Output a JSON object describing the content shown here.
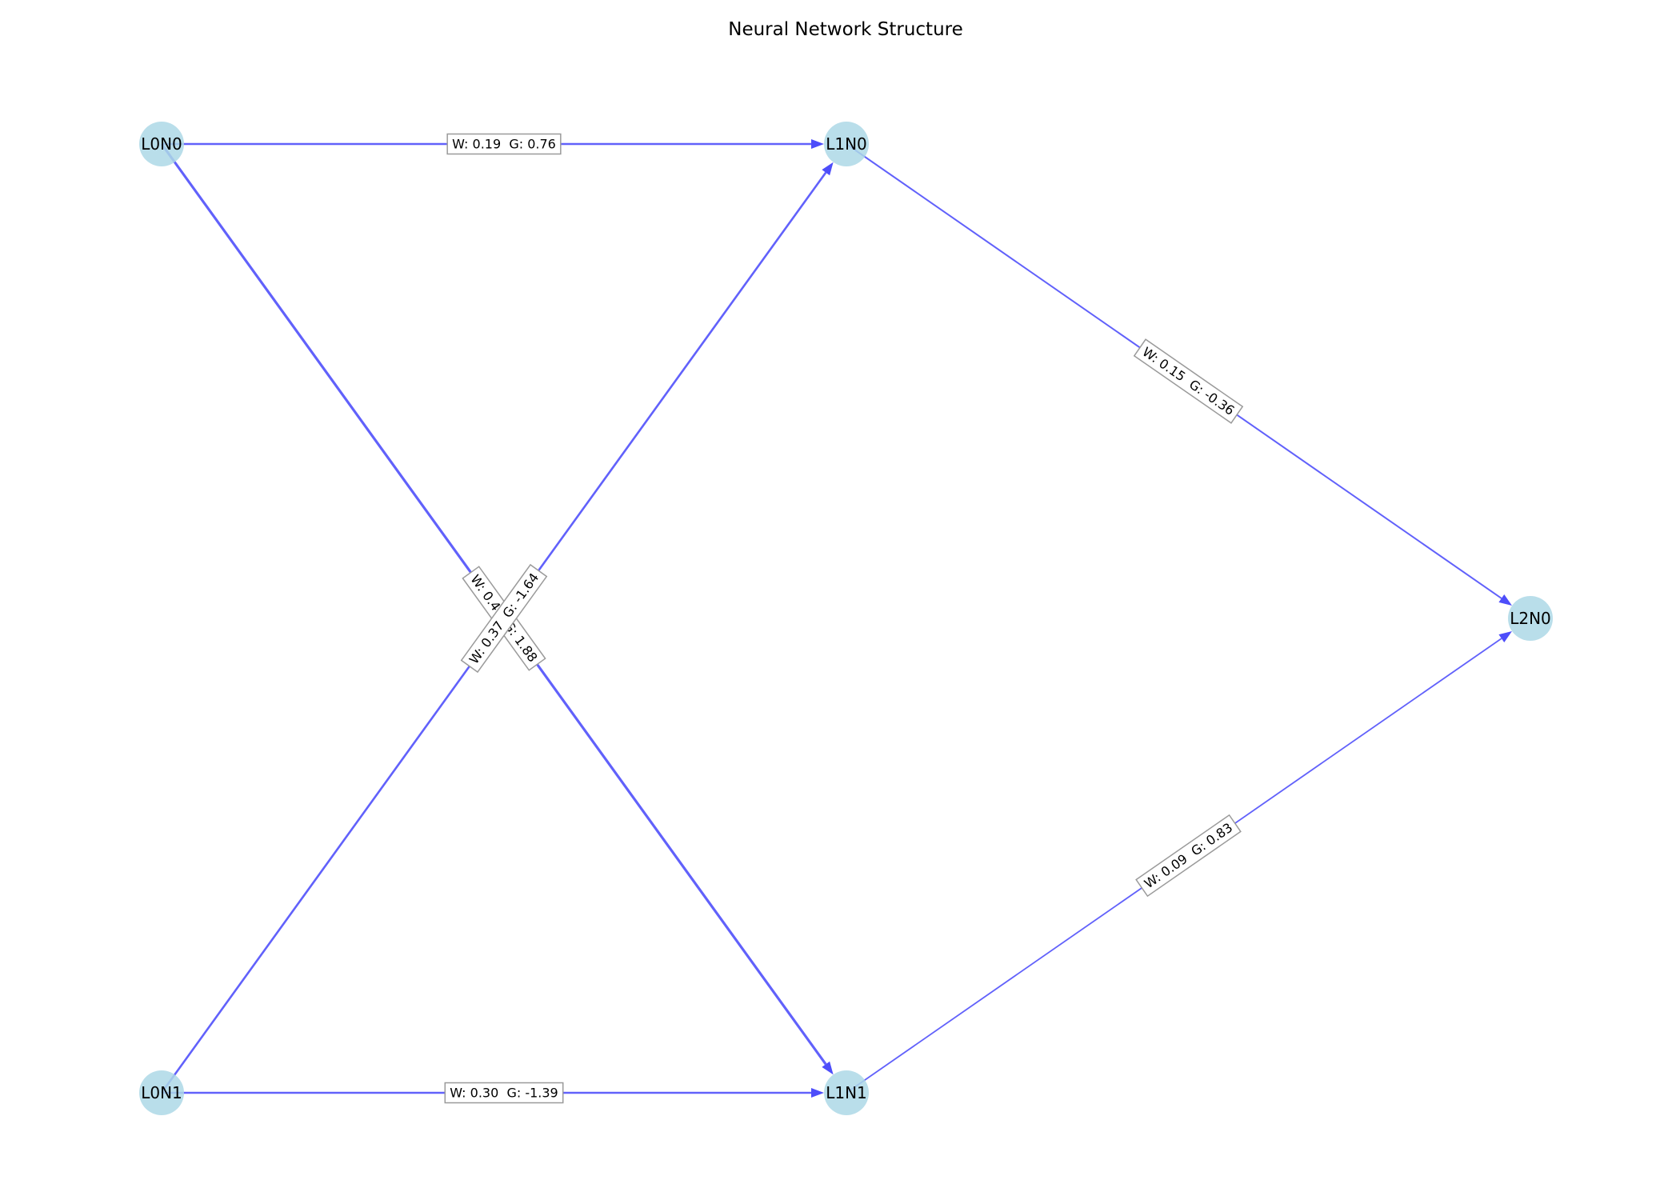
{
  "title": "Neural Network Structure",
  "colors": {
    "node_fill": "#add8e6",
    "edge": "#3a3afa",
    "label_border": "#9a9a9a"
  },
  "nodes": [
    {
      "id": "L0N0",
      "label": "L0N0"
    },
    {
      "id": "L0N1",
      "label": "L0N1"
    },
    {
      "id": "L1N0",
      "label": "L1N0"
    },
    {
      "id": "L1N1",
      "label": "L1N1"
    },
    {
      "id": "L2N0",
      "label": "L2N0"
    }
  ],
  "edges": [
    {
      "from": "L0N0",
      "to": "L1N0",
      "label": "W: 0.19  G: 0.76"
    },
    {
      "from": "L0N0",
      "to": "L1N1",
      "label": "W: 0.48  G: 1.88"
    },
    {
      "from": "L0N1",
      "to": "L1N0",
      "label": "W: 0.37  G: -1.64"
    },
    {
      "from": "L0N1",
      "to": "L1N1",
      "label": "W: 0.30  G: -1.39"
    },
    {
      "from": "L1N0",
      "to": "L2N0",
      "label": "W: 0.15  G: -0.36"
    },
    {
      "from": "L1N1",
      "to": "L2N0",
      "label": "W: 0.09  G: 0.83"
    }
  ]
}
